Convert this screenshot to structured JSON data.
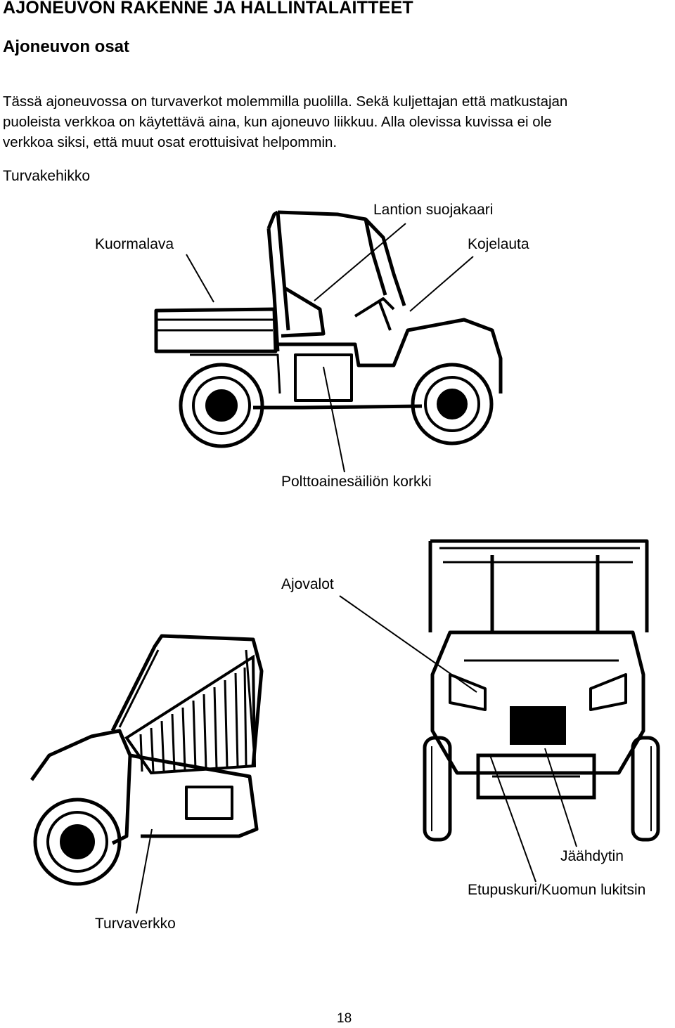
{
  "heading": "AJONEUVON RAKENNE JA HALLINTALAITTEET",
  "subheading": "Ajoneuvon osat",
  "intro_lines": [
    "Tässä ajoneuvossa on turvaverkot molemmilla puolilla. Sekä kuljettajan että matkustajan",
    "puoleista verkkoa on käytettävä aina, kun ajoneuvo liikkuu. Alla olevissa kuvissa ei ole",
    "verkkoa siksi, että muut osat erottuisivat helpommin."
  ],
  "labels": {
    "turvakehikko": "Turvakehikko",
    "lantion_suojakaari": "Lantion suojakaari",
    "kuormalava": "Kuormalava",
    "kojelauta": "Kojelauta",
    "polttoainesailion_korkki": "Polttoainesäiliön korkki",
    "ajovalot": "Ajovalot",
    "jaahdytin": "Jäähdytin",
    "etupuskuri": "Etupuskuri/Kuomun lukitsin",
    "turvaverkko": "Turvaverkko"
  },
  "page_number": "18"
}
